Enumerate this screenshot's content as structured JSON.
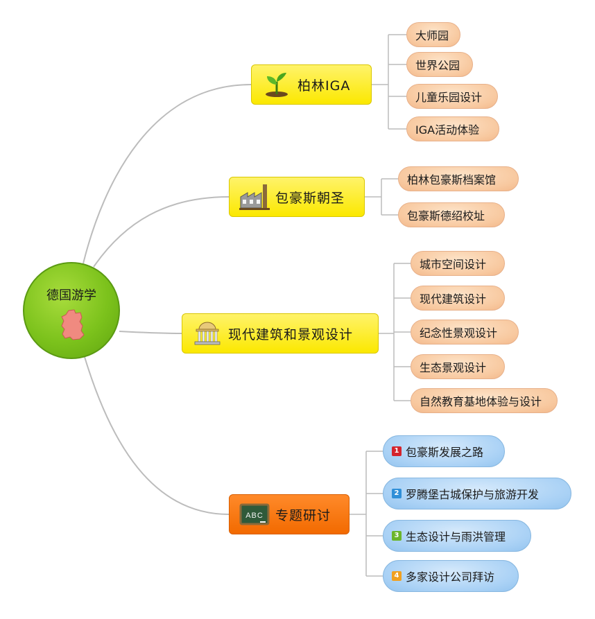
{
  "root": {
    "label": "德国游学",
    "icon": "germany-map-icon"
  },
  "branches": [
    {
      "label": "柏林IGA",
      "icon": "seedling-icon",
      "style": "yellow",
      "children": [
        "大师园",
        "世界公园",
        "儿童乐园设计",
        "IGA活动体验"
      ]
    },
    {
      "label": "包豪斯朝圣",
      "icon": "factory-icon",
      "style": "yellow",
      "children": [
        "柏林包豪斯档案馆",
        "包豪斯德绍校址"
      ]
    },
    {
      "label": "现代建筑和景观设计",
      "icon": "classical-building-icon",
      "style": "yellow",
      "children": [
        "城市空间设计",
        "现代建筑设计",
        "纪念性景观设计",
        "生态景观设计",
        "自然教育基地体验与设计"
      ]
    },
    {
      "label": "专题研讨",
      "icon": "chalkboard-abc-icon",
      "style": "orange",
      "children": [
        {
          "num": "1",
          "text": "包豪斯发展之路"
        },
        {
          "num": "2",
          "text": "罗腾堡古城保护与旅游开发"
        },
        {
          "num": "3",
          "text": "生态设计与雨洪管理"
        },
        {
          "num": "4",
          "text": "多家设计公司拜访"
        }
      ]
    }
  ],
  "colors": {
    "root_green": "#7cc21c",
    "branch_yellow": "#fbe800",
    "branch_orange": "#f26a00",
    "leaf_peach": "#f8c9a0",
    "leaf_blue": "#a9d1f5",
    "connector": "#b8b8b8",
    "num_badges": [
      "#d4232c",
      "#2f8fd8",
      "#6bb52a",
      "#f0a020"
    ]
  },
  "chalkboard_text": "ABC"
}
